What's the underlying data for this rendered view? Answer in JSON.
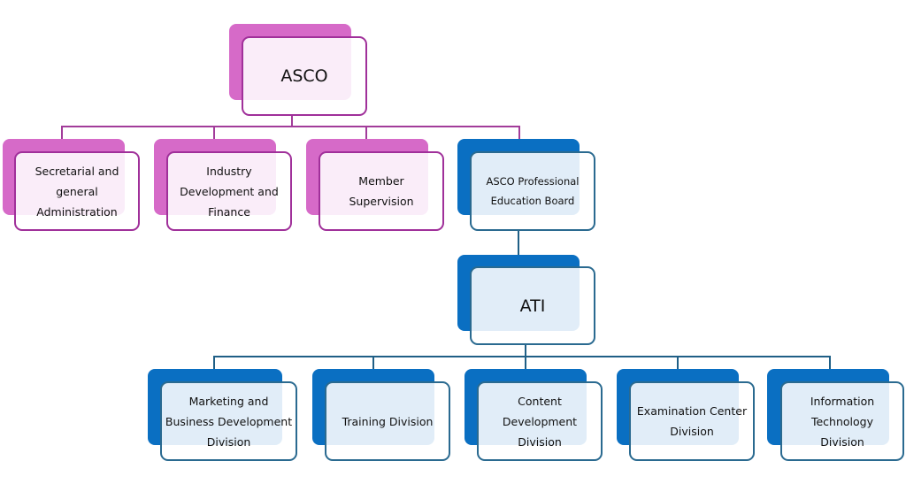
{
  "diagram": {
    "type": "org-chart",
    "colors": {
      "top_level_fill": "#d66ac8",
      "top_level_border": "#a0309a",
      "top_level_connector": "#a23c9a",
      "ati_fill": "#0a6fc2",
      "ati_border": "#2a6a90",
      "ati_connector": "#1f5f86"
    },
    "root": {
      "label": "ASCO"
    },
    "level1": [
      {
        "label": "Secretarial and general Administration"
      },
      {
        "label": "Industry Development and Finance"
      },
      {
        "label": "Member Supervision"
      },
      {
        "label": "ASCO Professional Education Board"
      }
    ],
    "ati": {
      "label": "ATI",
      "parent": "ASCO Professional Education Board"
    },
    "level3": [
      {
        "label": "Marketing and Business Development Division"
      },
      {
        "label": "Training Division"
      },
      {
        "label": "Content Development Division"
      },
      {
        "label": "Examination Center Division"
      },
      {
        "label": "Information Technology Division"
      }
    ]
  }
}
